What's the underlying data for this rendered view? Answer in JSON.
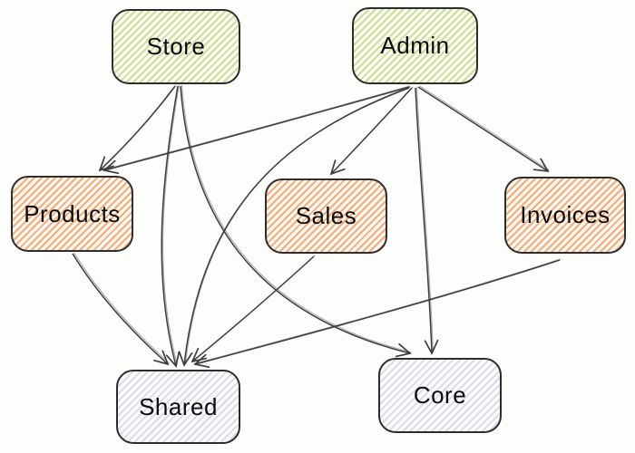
{
  "diagram": {
    "type": "dependency-graph",
    "style": "hand-drawn-hatched",
    "nodes": [
      {
        "id": "store",
        "label": "Store",
        "group": "app"
      },
      {
        "id": "admin",
        "label": "Admin",
        "group": "app"
      },
      {
        "id": "products",
        "label": "Products",
        "group": "domain"
      },
      {
        "id": "sales",
        "label": "Sales",
        "group": "domain"
      },
      {
        "id": "invoices",
        "label": "Invoices",
        "group": "domain"
      },
      {
        "id": "shared",
        "label": "Shared",
        "group": "shared"
      },
      {
        "id": "core",
        "label": "Core",
        "group": "shared"
      }
    ],
    "edges": [
      {
        "from": "store",
        "to": "products"
      },
      {
        "from": "store",
        "to": "shared"
      },
      {
        "from": "store",
        "to": "core"
      },
      {
        "from": "admin",
        "to": "products"
      },
      {
        "from": "admin",
        "to": "sales"
      },
      {
        "from": "admin",
        "to": "invoices"
      },
      {
        "from": "admin",
        "to": "shared"
      },
      {
        "from": "admin",
        "to": "core"
      },
      {
        "from": "products",
        "to": "shared"
      },
      {
        "from": "sales",
        "to": "shared"
      },
      {
        "from": "invoices",
        "to": "shared"
      }
    ],
    "colors": {
      "app_hatch": "#ccdd9a",
      "domain_hatch": "#f1ad7c",
      "shared_hatch": "#d9d9e4",
      "node_border": "#2e2e2e",
      "edge_stroke": "#3d3d3d",
      "background": "#fdfdfb",
      "text": "#0c0c0c"
    }
  }
}
